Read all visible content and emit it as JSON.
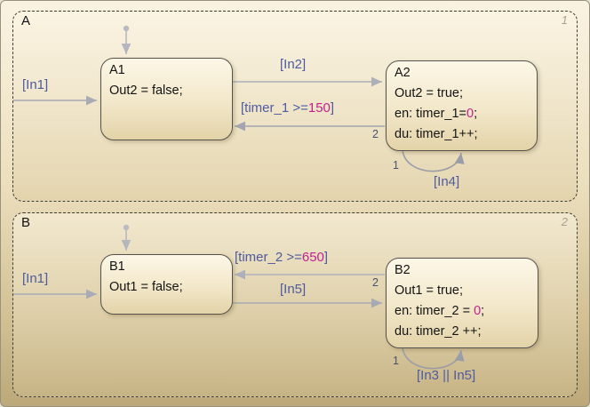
{
  "colors": {
    "transition_line": "#6e7ba4",
    "transition_label": "#4e5ba0",
    "numeric_literal": "#c0218f",
    "state_order": "#a7a190",
    "state_border": "#54524a",
    "background_top": "#faf3e2",
    "background_bottom": "#bca878"
  },
  "A": {
    "name": "A",
    "order": "1",
    "A1": {
      "name": "A1",
      "line1": "Out2 = false;"
    },
    "A2": {
      "name": "A2",
      "line1": "Out2 = true;",
      "line2": {
        "pre": "en: timer_1=",
        "num": "0",
        "post": ";"
      },
      "line3": "du: timer_1++;"
    },
    "t_in1": "[In1]",
    "t_in2": "[In2]",
    "t_timer": {
      "pre": "[timer_1 >=",
      "num": "150",
      "post": "]"
    },
    "t_timer_order": "2",
    "t_loop": "[In4]",
    "t_loop_order": "1"
  },
  "B": {
    "name": "B",
    "order": "2",
    "B1": {
      "name": "B1",
      "line1": "Out1 = false;"
    },
    "B2": {
      "name": "B2",
      "line1": "Out1 = true;",
      "line2": {
        "pre": "en: timer_2 = ",
        "num": "0",
        "post": ";"
      },
      "line3": "du: timer_2 ++;"
    },
    "t_in1": "[In1]",
    "t_timer": {
      "pre": "[timer_2 >=",
      "num": "650",
      "post": "]"
    },
    "t_timer_order": "2",
    "t_in5": "[In5]",
    "t_loop": "[In3 || In5]",
    "t_loop_order": "1"
  }
}
